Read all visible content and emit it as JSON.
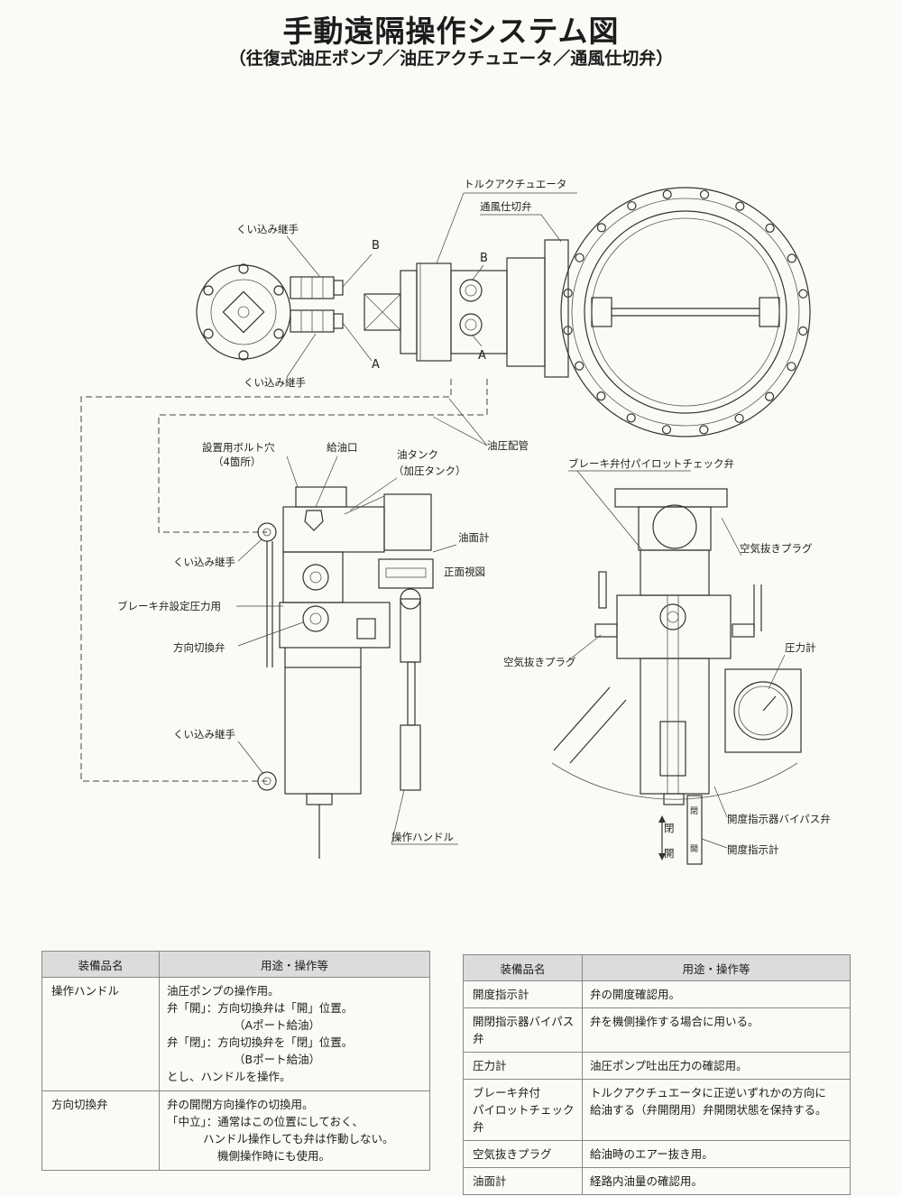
{
  "title": "手動遠隔操作システム図",
  "subtitle": "（往復式油圧ポンプ／油圧アクチュエータ／通風仕切弁）",
  "labels": {
    "torque_actuator": "トルクアクチュエータ",
    "damper_valve": "通風仕切弁",
    "fitting_top": "くい込み継手",
    "fitting_bottom_top_view": "くい込み継手",
    "port_b_left": "B",
    "port_a_left": "A",
    "port_b_right": "B",
    "port_a_right": "A",
    "oil_piping": "油圧配管",
    "mount_bolt_hole": "設置用ボルト穴",
    "mount_bolt_count": "（4箇所）",
    "oil_inlet": "給油口",
    "oil_tank": "油タンク",
    "pressurized_tank": "（加圧タンク）",
    "oil_level_gauge": "油面計",
    "front_view": "正面視図",
    "fitting_pump_upper": "くい込み継手",
    "brake_pressure": "ブレーキ弁設定圧力用",
    "direction_valve": "方向切換弁",
    "fitting_pump_lower": "くい込み継手",
    "operating_handle": "操作ハンドル",
    "pilot_check_valve": "ブレーキ弁付パイロットチェック弁",
    "air_vent_right": "空気抜きプラグ",
    "air_vent_left": "空気抜きプラグ",
    "pressure_gauge": "圧力計",
    "indicator_bypass": "開度指示器バイパス弁",
    "opening_indicator": "開度指示計",
    "close_mark": "閉",
    "open_mark": "開",
    "scale_close": "閉",
    "scale_open": "開"
  },
  "table_left": {
    "headers": [
      "装備品名",
      "用途・操作等"
    ],
    "rows": [
      {
        "name": "操作ハンドル",
        "lines": [
          "油圧ポンプの操作用。",
          "弁「開」：方向切換弁は「開」位置。",
          "（Aポート給油）",
          "弁「閉」：方向切換弁を「閉」位置。",
          "（Bポート給油）",
          "とし、ハンドルを操作。"
        ]
      },
      {
        "name": "方向切換弁",
        "lines": [
          "弁の開閉方向操作の切換用。",
          "「中立」：通常はこの位置にしておく、",
          "ハンドル操作しても弁は作動しない。",
          "機側操作時にも使用。"
        ]
      }
    ]
  },
  "table_right": {
    "headers": [
      "装備品名",
      "用途・操作等"
    ],
    "rows": [
      {
        "name": "開度指示計",
        "lines": [
          "弁の開度確認用。"
        ]
      },
      {
        "name": "開閉指示器バイパス弁",
        "lines": [
          "弁を機側操作する場合に用いる。"
        ]
      },
      {
        "name": "圧力計",
        "lines": [
          "油圧ポンプ吐出圧力の確認用。"
        ]
      },
      {
        "name": "ブレーキ弁付",
        "name2": "パイロットチェック弁",
        "lines": [
          "トルクアクチュエータに正逆いずれかの方向に",
          "給油する（弁開閉用）弁開閉状態を保持する。"
        ]
      },
      {
        "name": "空気抜きプラグ",
        "lines": [
          "給油時のエアー抜き用。"
        ]
      },
      {
        "name": "油面計",
        "lines": [
          "経路内油量の確認用。"
        ]
      }
    ]
  }
}
